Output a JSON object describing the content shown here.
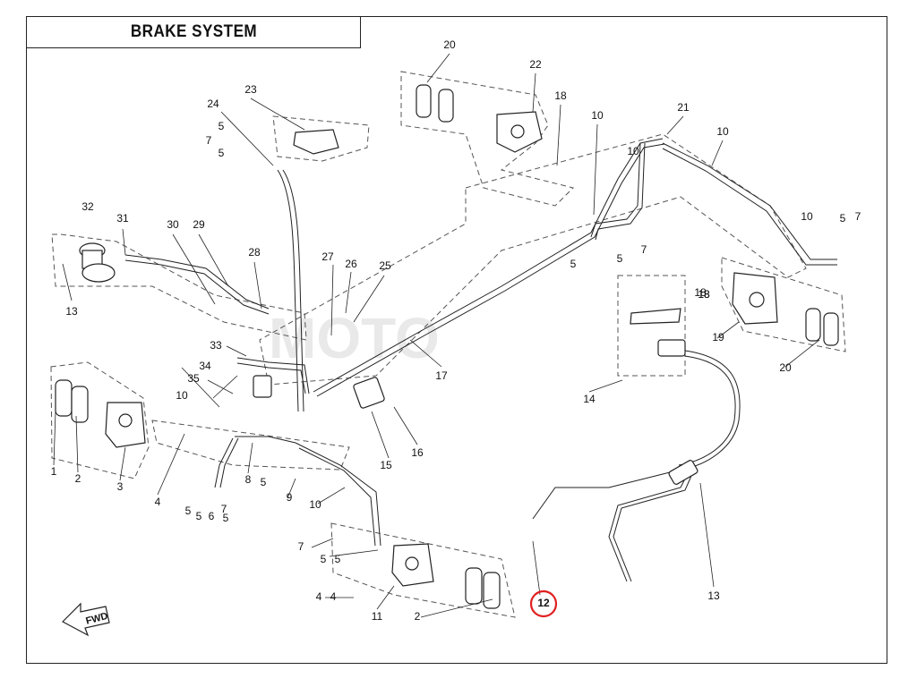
{
  "diagram": {
    "title": "BRAKE SYSTEM",
    "watermark": "MOTO",
    "direction_label": "FWD",
    "highlighted_part": "12",
    "highlight_color": "#e02020",
    "line_color": "#222222",
    "dash_color": "#555555",
    "callouts": [
      "1",
      "2",
      "3",
      "4",
      "5",
      "5",
      "6",
      "5",
      "7",
      "10",
      "8",
      "5",
      "9",
      "10",
      "7",
      "5",
      "5",
      "4",
      "4",
      "11",
      "2",
      "13",
      "32",
      "31",
      "30",
      "29",
      "28",
      "23",
      "24",
      "5",
      "7",
      "5",
      "27",
      "26",
      "25",
      "33",
      "34",
      "35",
      "15",
      "16",
      "17",
      "20",
      "22",
      "18",
      "18",
      "10",
      "21",
      "10",
      "10",
      "7",
      "5",
      "5",
      "10",
      "5",
      "7",
      "18",
      "18",
      "19",
      "20",
      "14",
      "12",
      "13"
    ]
  }
}
